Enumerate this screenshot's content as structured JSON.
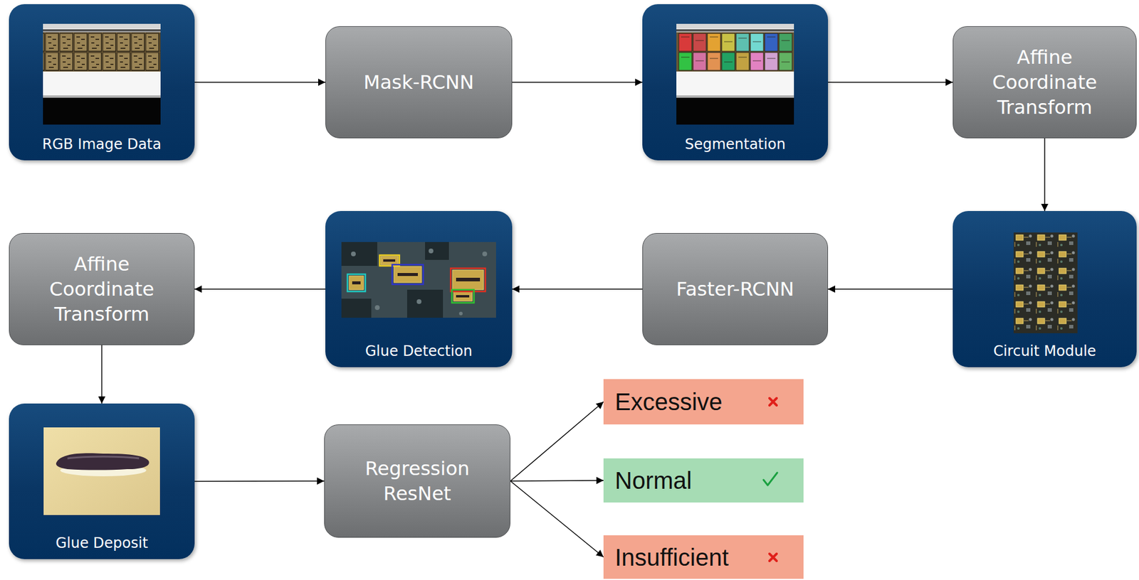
{
  "diagram": {
    "nodes": [
      {
        "text": [
          "RGB Image Data"
        ]
      },
      {
        "text": [
          "Mask-RCNN"
        ]
      },
      {
        "text": [
          "Segmentation"
        ]
      },
      {
        "text": [
          "Affine Coordinate Transform"
        ]
      },
      {
        "text": [
          "Circuit Module"
        ]
      },
      {
        "text": [
          "Faster-RCNN"
        ]
      },
      {
        "text": [
          "Glue Detection"
        ]
      },
      {
        "text": [
          "Affine Coordinate Transform"
        ]
      },
      {
        "text": [
          "Glue Deposit"
        ]
      },
      {
        "text": [
          "Regression ResNet"
        ]
      },
      {
        "text": [
          "Excessive"
        ]
      },
      {
        "text": [
          "Normal"
        ]
      },
      {
        "text": [
          "Insufficient"
        ]
      }
    ],
    "edges": [
      {
        "from": 0,
        "to": 1,
        "arrow": "to"
      },
      {
        "from": 1,
        "to": 2,
        "arrow": "to"
      },
      {
        "from": 2,
        "to": 3,
        "arrow": "to"
      },
      {
        "from": 3,
        "to": 4,
        "arrow": "to"
      },
      {
        "from": 4,
        "to": 5,
        "arrow": "to"
      },
      {
        "from": 5,
        "to": 6,
        "arrow": "to"
      },
      {
        "from": 6,
        "to": 7,
        "arrow": "to"
      },
      {
        "from": 7,
        "to": 8,
        "arrow": "to"
      },
      {
        "from": 8,
        "to": 9,
        "arrow": "to"
      },
      {
        "from": 9,
        "to": 10,
        "arrow": "to"
      },
      {
        "from": 9,
        "to": 11,
        "arrow": "to"
      },
      {
        "from": 9,
        "to": 12,
        "arrow": "to"
      }
    ]
  }
}
